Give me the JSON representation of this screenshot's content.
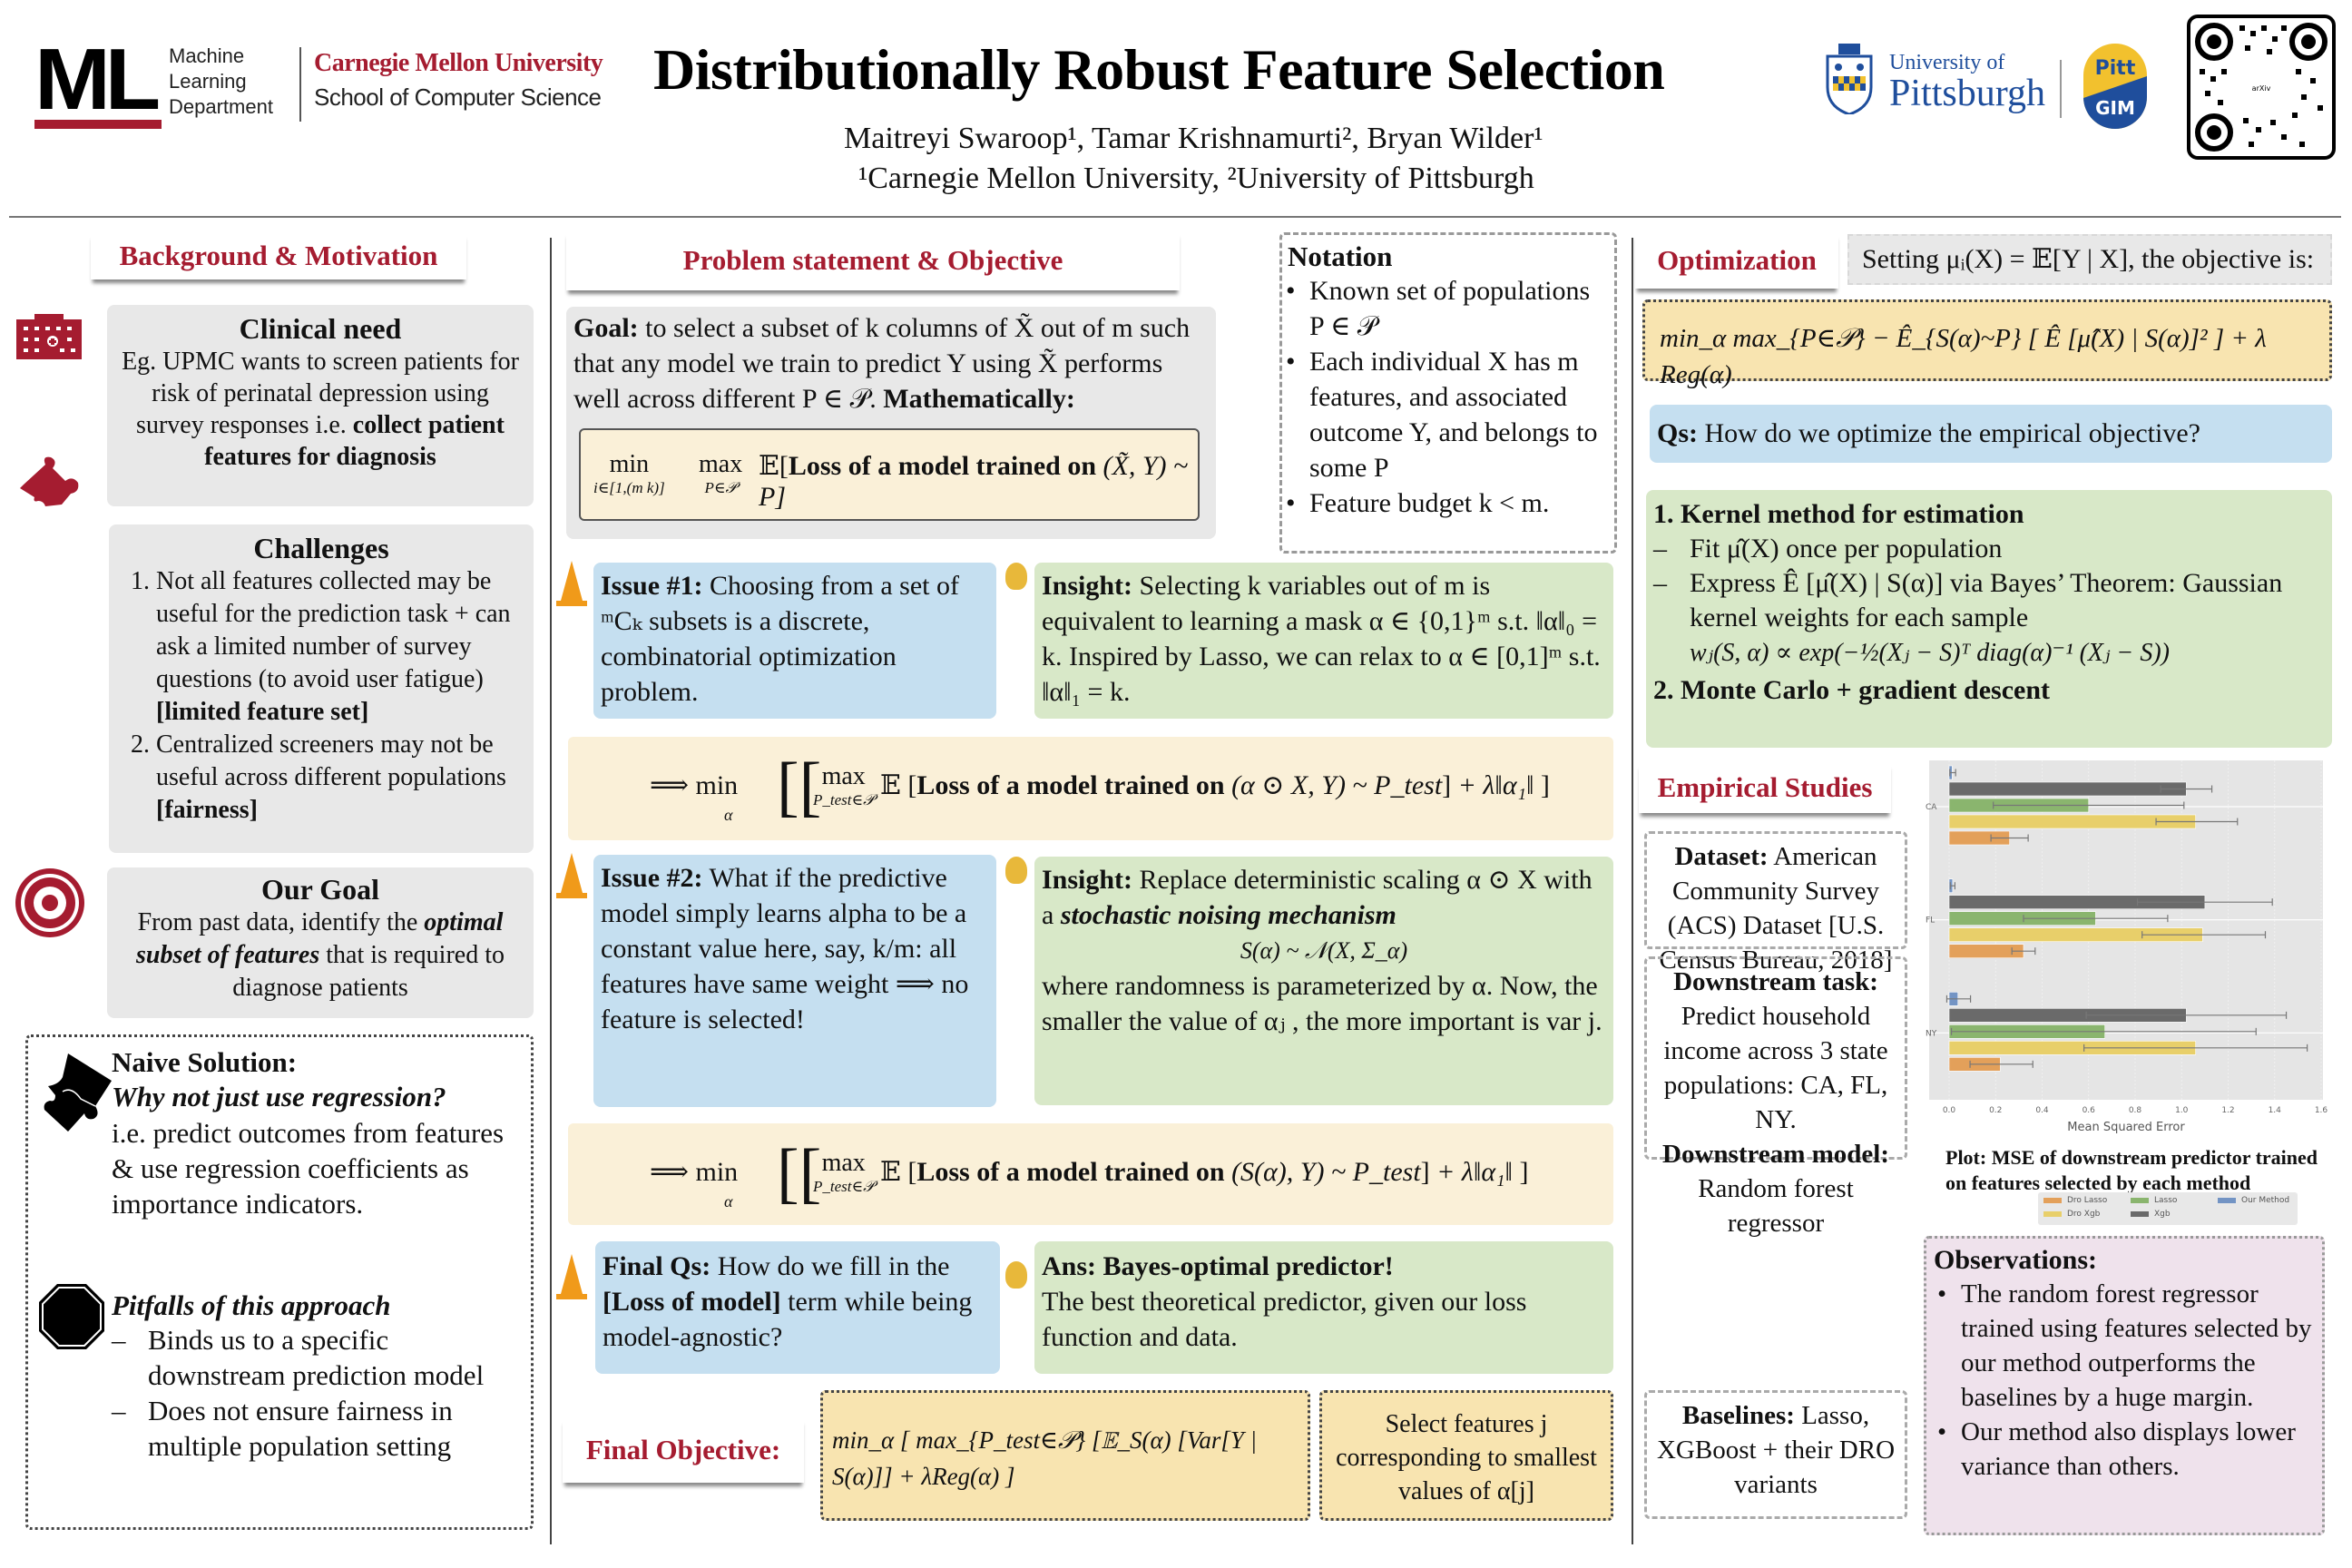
{
  "header": {
    "ml_logo": "ML",
    "ml_department": [
      "Machine",
      "Learning",
      "Department"
    ],
    "cmu_name": "Carnegie Mellon University",
    "cmu_school": "School of Computer Science",
    "title": "Distributionally Robust Feature Selection",
    "authors": "Maitreyi Swaroop¹, Tamar Krishnamurti², Bryan Wilder¹",
    "affiliations": "¹Carnegie Mellon University, ²University of Pittsburgh",
    "pitt_small": "University of",
    "pitt_big": "Pittsburgh",
    "gim_top": "Pitt",
    "gim_bottom": "GIM",
    "qr_label": "arXiv"
  },
  "background": {
    "section_title": "Background & Motivation",
    "clinical_need": {
      "title": "Clinical need",
      "text_plain": "Eg. UPMC wants to screen patients for risk of perinatal depression using survey responses i.e. ",
      "text_bold": "collect patient features for diagnosis"
    },
    "challenges": {
      "title": "Challenges",
      "items": [
        {
          "text": "Not all features collected may be useful for the prediction task + can ask a limited number of survey questions (to avoid user fatigue)",
          "bold": "[limited feature set]"
        },
        {
          "text": "Centralized screeners may not be useful across different populations ",
          "bold": "[fairness]"
        }
      ]
    },
    "our_goal": {
      "title": "Our Goal",
      "text_before": "From past data, identify the ",
      "text_emph": "optimal subset of features",
      "text_after": " that is required to diagnose patients"
    },
    "naive": {
      "title": "Naive Solution:",
      "question": "Why not just use regression?",
      "text": "i.e. predict outcomes from features & use regression coefficients as importance indicators.",
      "pitfalls_title": "Pitfalls of this approach",
      "pitfalls": [
        "Binds us to a specific downstream prediction model",
        "Does not ensure fairness in multiple population setting"
      ]
    }
  },
  "problem": {
    "section_title": "Problem statement & Objective",
    "goal_label": "Goal:",
    "goal_text": " to select a subset of k columns of X̃ out of m such that any model we train to predict Y using X̃ performs well across different P ∈ 𝒫. ",
    "goal_bold_tail": "Mathematically:",
    "eq1_min": "min",
    "eq1_min_sub": "i∈[1,(m k)]",
    "eq1_max": "max",
    "eq1_max_sub": "P∈𝒫",
    "eq1_body_pre": "𝔼[",
    "eq1_body_bold": "Loss of a model trained on",
    "eq1_body_post": " (X̃, Y) ~ P]",
    "notation": {
      "title": "Notation",
      "items": [
        "Known set of populations P ∈ 𝒫",
        "Each individual X has m features, and associated outcome Y, and belongs to some P",
        "Feature budget k < m."
      ]
    },
    "issue1": {
      "label": "Issue #1:",
      "text": " Choosing from a set of ᵐCₖ subsets is a discrete, combinatorial optimization problem."
    },
    "insight1": {
      "label": "Insight:",
      "text": " Selecting k variables out of m is equivalent to learning a mask α ∈ {0,1}ᵐ s.t. ‖α‖₀ = k. Inspired by Lasso, we can relax to α ∈ [0,1]ᵐ s.t. ‖α‖₁ = k."
    },
    "eq2": {
      "pre": "⟹ min",
      "sub": "α",
      "max": "max",
      "max_sub": "P_test∈𝒫",
      "e": "𝔼",
      "bold": "Loss of a model trained on",
      "post": " (α ⊙ X, Y) ~ P_test",
      "reg": "+ λ‖α₁‖"
    },
    "issue2": {
      "label": "Issue #2:",
      "text": " What if the predictive model simply learns alpha to be a constant value here, say, k/m: all features have same weight ⟹ no feature is selected!"
    },
    "insight2": {
      "label": "Insight:",
      "text1": " Replace deterministic scaling α ⊙ X with a ",
      "emph": "stochastic noising mechanism",
      "formula": "S(α) ~ 𝒩(X, Σ_α)",
      "text2": "where randomness is parameterized by α. Now, the smaller the value of αⱼ , the more important is var j."
    },
    "eq3": {
      "pre": "⟹ min",
      "sub": "α",
      "max": "max",
      "max_sub": "P_test∈𝒫",
      "e": "𝔼",
      "bold": "Loss of a model trained on",
      "post": " (S(α), Y) ~ P_test",
      "reg": "+ λ‖α₁‖"
    },
    "final_qs": {
      "label": "Final Qs:",
      "text1": " How do we fill in the ",
      "bold": "[Loss of model]",
      "text2": " term while being model-agnostic?"
    },
    "answer": {
      "label": "Ans: Bayes-optimal predictor!",
      "text": "The best theoretical predictor, given our loss function and data."
    },
    "final_objective": {
      "label": "Final Objective:",
      "formula": "min_α [ max_{P_test∈𝒫} [𝔼_S(α) [Var[Y | S(α)]] + λReg(α) ]",
      "note": "Select features j corresponding to smallest values of α[j]"
    }
  },
  "optimization": {
    "section_title": "Optimization",
    "setting": "Setting μᵢ(X) = 𝔼[Y | X], the objective is:",
    "objective": "min_α max_{P∈𝒫} − Ê_{S(α)~P} [ Ê [μ̂(X) | S(α)]² ] + λ Reg(α)",
    "question_label": "Qs:",
    "question": " How do we optimize the empirical objective?",
    "steps": {
      "step1": "1. Kernel method for estimation",
      "bullets": [
        "Fit μ̂(X) once per population",
        "Express Ê [μ̂(X) | S(α)] via Bayes’ Theorem: Gaussian kernel weights for each sample"
      ],
      "kernel_formula": "wⱼ(S, α) ∝ exp(−½(Xⱼ − S)ᵀ diag(α)⁻¹ (Xⱼ − S))",
      "step2": "2. Monte Carlo + gradient descent"
    }
  },
  "empirical": {
    "section_title": "Empirical Studies",
    "dataset_label": "Dataset:",
    "dataset_text": " American Community Survey (ACS) Dataset [U.S. Census Bureau, 2018]",
    "task_label": "Downstream task:",
    "task_text": "Predict household income across 3 state populations: CA, FL, NY.",
    "model_label": "Downstream model:",
    "model_text": "Random forest regressor",
    "baselines_label": "Baselines:",
    "baselines_text": " Lasso, XGBoost + their DRO variants",
    "plot_caption": "Plot: MSE of downstream predictor trained on features selected by each method",
    "observations_title": "Observations:",
    "observations": [
      "The random forest regressor trained using features selected by our method outperforms the baselines by a huge margin.",
      "Our method also displays lower variance than others."
    ]
  },
  "chart_data": {
    "type": "bar",
    "orientation": "horizontal",
    "title": "",
    "xlabel": "Mean Squared Error",
    "ylabel": "",
    "xlim": [
      0.0,
      1.6
    ],
    "x_ticks": [
      "0.0",
      "0.2",
      "0.4",
      "0.6",
      "0.8",
      "1.0",
      "1.2",
      "1.4",
      "1.6"
    ],
    "categories": [
      "CA",
      "FL",
      "NY"
    ],
    "grid": true,
    "legend_position": "bottom",
    "series": [
      {
        "name": "Our Method",
        "color": "#7394c4",
        "values": [
          0.013,
          0.015,
          0.038
        ],
        "err_low": [
          0.003,
          0.005,
          -0.01
        ],
        "err_high": [
          0.028,
          0.025,
          0.092
        ]
      },
      {
        "name": "Xgb",
        "color": "#6a6a6a",
        "values": [
          1.02,
          1.1,
          1.02
        ],
        "err_low": [
          0.91,
          0.81,
          0.59
        ],
        "err_high": [
          1.13,
          1.39,
          1.45
        ]
      },
      {
        "name": "Lasso",
        "color": "#8ab56e",
        "values": [
          0.6,
          0.63,
          0.67
        ],
        "err_low": [
          0.19,
          0.32,
          0.01
        ],
        "err_high": [
          1.01,
          0.94,
          1.32
        ]
      },
      {
        "name": "Dro Xgb",
        "color": "#e8cf6a",
        "values": [
          1.06,
          1.09,
          1.06
        ],
        "err_low": [
          0.89,
          0.83,
          0.58
        ],
        "err_high": [
          1.24,
          1.36,
          1.54
        ]
      },
      {
        "name": "Dro Lasso",
        "color": "#e3a05a",
        "values": [
          0.26,
          0.32,
          0.22
        ],
        "err_low": [
          0.18,
          0.27,
          0.09
        ],
        "err_high": [
          0.34,
          0.37,
          0.36
        ]
      }
    ],
    "legend_order": [
      "Dro Lasso",
      "Lasso",
      "Our Method",
      "Dro Xgb",
      "Xgb"
    ]
  }
}
